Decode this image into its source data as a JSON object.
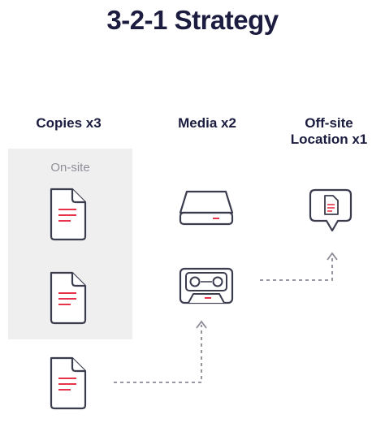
{
  "title": "3-2-1 Strategy",
  "columns": {
    "copies": "Copies x3",
    "media": "Media x2",
    "offsite_line1": "Off-site",
    "offsite_line2": "Location x1"
  },
  "onsite_label": "On-site",
  "icons": {
    "document": "document-icon",
    "hard_drive": "hard-drive-icon",
    "tape": "tape-cartridge-icon",
    "location_pin": "location-pin-icon"
  },
  "colors": {
    "outline": "#3b3c4e",
    "accent": "#e8344a",
    "onsite_bg": "#efefef",
    "arrow": "#8b8b97"
  }
}
